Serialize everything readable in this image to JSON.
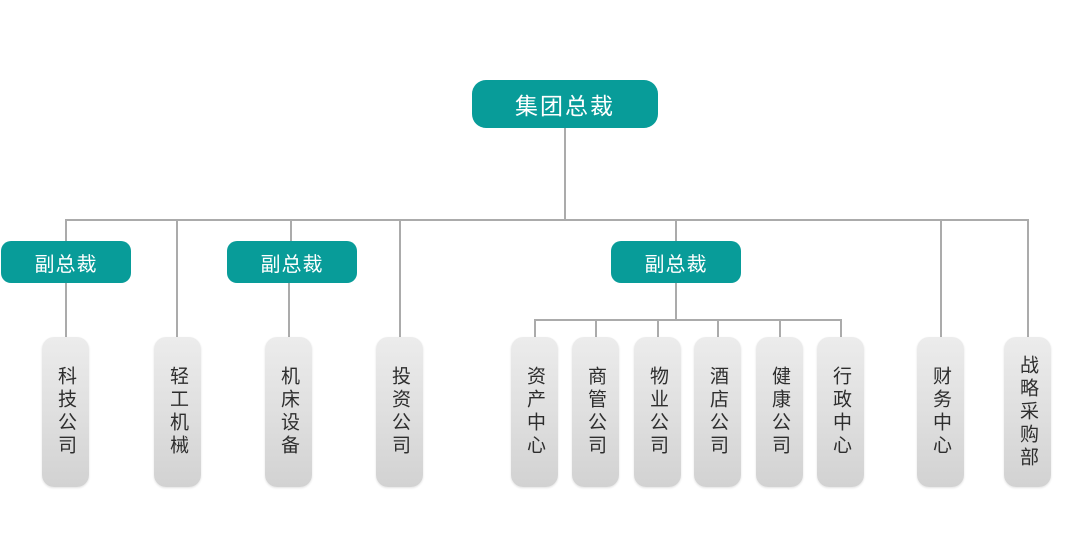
{
  "org_chart": {
    "root": {
      "label": "集团总裁"
    },
    "vice_presidents": [
      {
        "label": "副总裁"
      },
      {
        "label": "副总裁"
      },
      {
        "label": "副总裁"
      }
    ],
    "departments": [
      {
        "label": "科技公司"
      },
      {
        "label": "轻工机械"
      },
      {
        "label": "机床设备"
      },
      {
        "label": "投资公司"
      },
      {
        "label": "资产中心"
      },
      {
        "label": "商管公司"
      },
      {
        "label": "物业公司"
      },
      {
        "label": "酒店公司"
      },
      {
        "label": "健康公司"
      },
      {
        "label": "行政中心"
      },
      {
        "label": "财务中心"
      },
      {
        "label": "战略采购部"
      }
    ],
    "colors": {
      "node_teal": "#089c99",
      "node_text": "#ffffff",
      "connector_gray": "#ababab",
      "leaf_gradient_top": "#ececec",
      "leaf_gradient_bottom": "#d2d2d2",
      "leaf_text": "#2e2e2e",
      "background": "#ffffff"
    }
  }
}
